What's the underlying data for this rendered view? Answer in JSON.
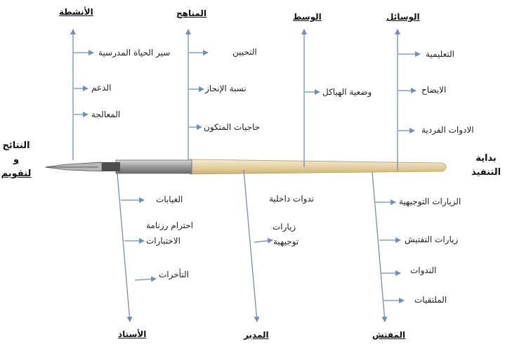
{
  "headers": {
    "activities": "الأنشطة",
    "curricula": "المناهج",
    "environment": "الوسط",
    "means": "الوسائل",
    "teacher": "الأستاذ",
    "director": "المدير",
    "inspector": "المفتش"
  },
  "left_label": {
    "line1": "النتائج",
    "line2": "و",
    "line3": "لتقويم"
  },
  "right_label": {
    "line1": "بداية",
    "line2": "التنفيذ"
  },
  "activities_items": [
    "سير الحياة المدرسية",
    "الدعم",
    "المعالجة"
  ],
  "curricula_items": [
    "التحيين",
    "نسبة الإنجاز",
    "حاجيات المتكون"
  ],
  "environment_items": [
    "وضعية الهياكل"
  ],
  "means_items": [
    "التعليمية",
    "الايضاح",
    "الادوات الفردية"
  ],
  "teacher_items": [
    "الغيابات",
    "احترام رزنامة",
    "الاختبارات",
    "التأخرات"
  ],
  "director_items": [
    "ندوات داخلية",
    "زيارات",
    "توجيهية"
  ],
  "inspector_items": [
    "الزيارات التوجيهية",
    "زيارات التفتيش",
    "الندوات",
    "الملتقيات"
  ],
  "colors": {
    "arrow": "#6f8fb8",
    "pen_wood": "#ead9b0",
    "pen_metal": "#8c8c8c",
    "pen_grip": "#555555"
  }
}
